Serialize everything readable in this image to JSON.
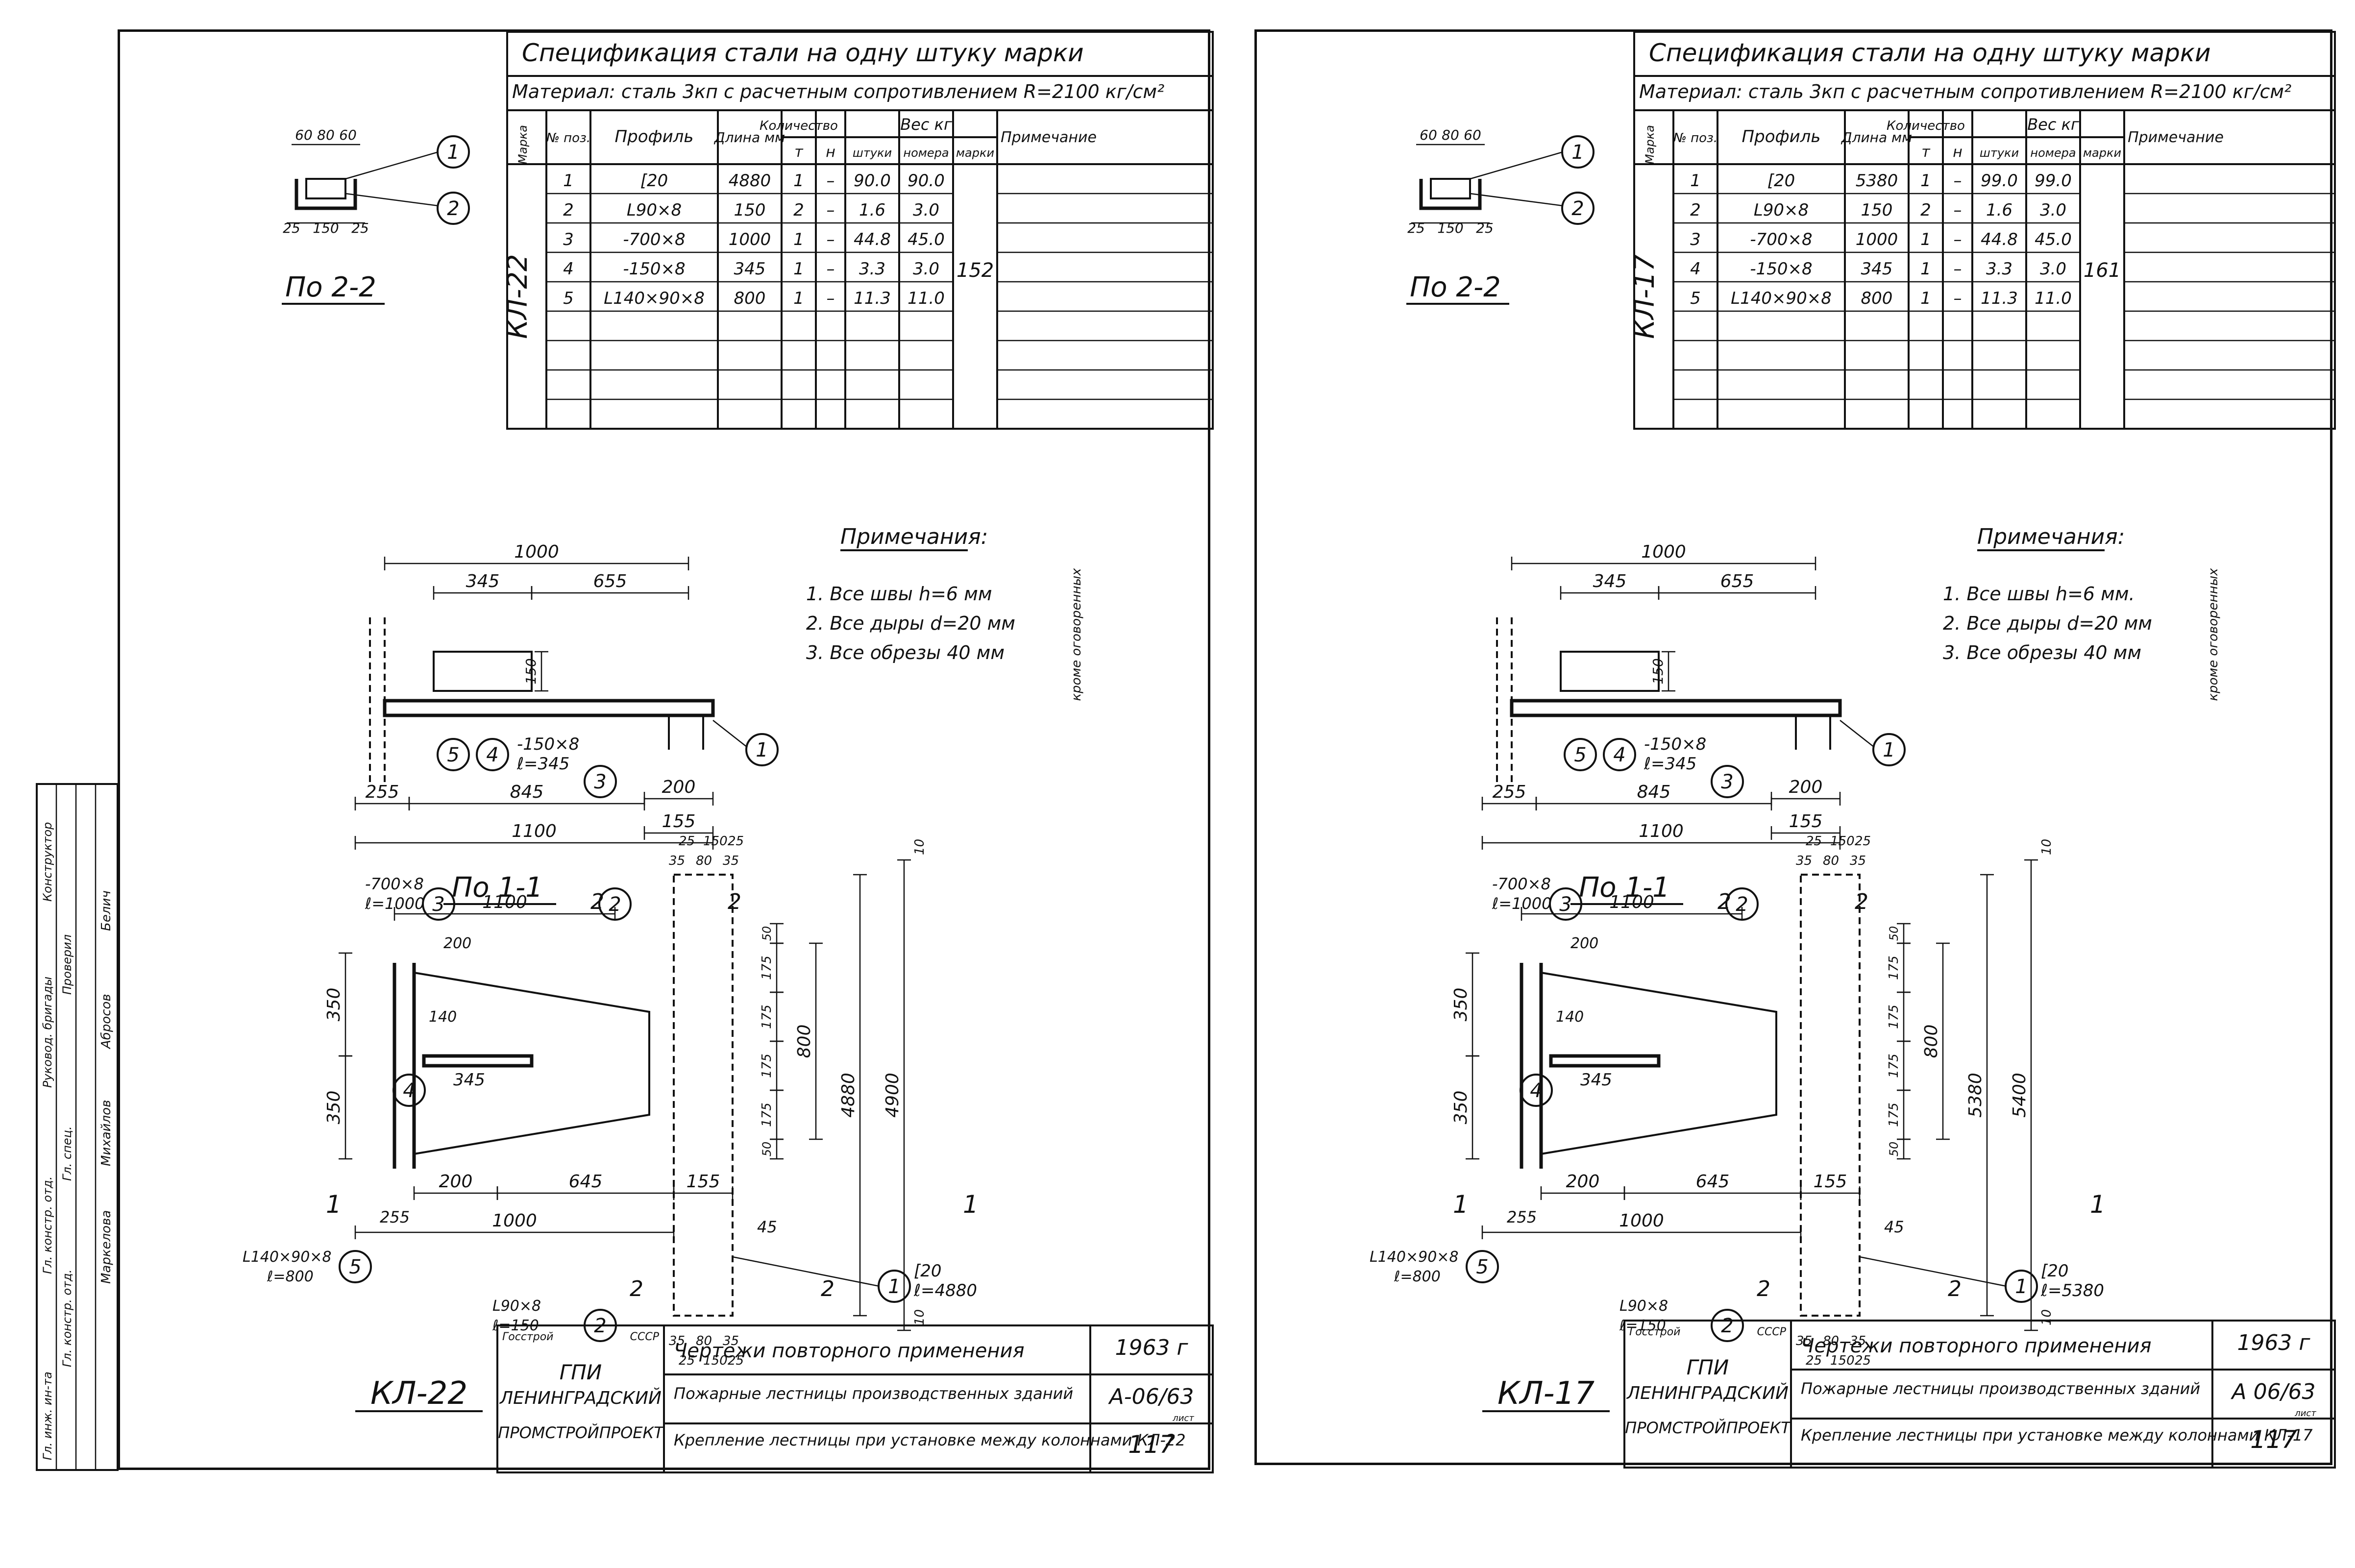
{
  "sheets": [
    {
      "spec": {
        "title": "Спецификация стали на одну штуку марки",
        "material": "Материал: сталь 3кп с расчетным сопротивлением R=2100 кг/см²",
        "headers": {
          "marka": "Марка",
          "poz": "№ поз.",
          "profil": "Профиль",
          "dlina": "Длина мм",
          "kolichestvo": "Количество",
          "t": "т",
          "n": "н",
          "ves": "Вес кг",
          "shtuki": "штуки",
          "nomera": "номера",
          "marki": "марки",
          "primech": "Примечание"
        },
        "mark": "КЛ-22",
        "total": "152",
        "rows": [
          {
            "poz": "1",
            "profil": "[20",
            "dlina": "4880",
            "t": "1",
            "n": "–",
            "shtuki": "90.0",
            "nomera": "90.0"
          },
          {
            "poz": "2",
            "profil": "L90×8",
            "dlina": "150",
            "t": "2",
            "n": "–",
            "shtuki": "1.6",
            "nomera": "3.0"
          },
          {
            "poz": "3",
            "profil": "-700×8",
            "dlina": "1000",
            "t": "1",
            "n": "–",
            "shtuki": "44.8",
            "nomera": "45.0"
          },
          {
            "poz": "4",
            "profil": "-150×8",
            "dlina": "345",
            "t": "1",
            "n": "–",
            "shtuki": "3.3",
            "nomera": "3.0"
          },
          {
            "poz": "5",
            "profil": "L140×90×8",
            "dlina": "800",
            "t": "1",
            "n": "–",
            "shtuki": "11.3",
            "nomera": "11.0"
          }
        ]
      },
      "section22": {
        "label": "По 2-2",
        "dims": [
          "60",
          "80",
          "60",
          "25",
          "150",
          "25"
        ],
        "callouts": [
          "1",
          "2"
        ]
      },
      "section11": {
        "label": "По 1-1",
        "dims": [
          "1000",
          "345",
          "655",
          "150",
          "255",
          "845",
          "200",
          "1100",
          "155"
        ],
        "note_plate": "-150×8",
        "note_len": "ℓ=345",
        "callouts": [
          "5",
          "4",
          "3",
          "1"
        ]
      },
      "notes": {
        "title": "Примечания:",
        "items": [
          "1. Все швы h=6 мм",
          "2. Все дыры d=20 мм",
          "3. Все обрезы 40 мм"
        ],
        "side": "кроме оговоренных"
      },
      "plan": {
        "label": "КЛ-22",
        "plate3": "-700×8",
        "plate3_len": "ℓ=1000",
        "angle5": "L140×90×8",
        "angle5_len": "ℓ=800",
        "angle2": "L90×8",
        "angle2_len": "ℓ=150",
        "channel": "[20",
        "channel_len": "ℓ=4880",
        "top_dims": [
          "25",
          "150",
          "25",
          "35",
          "80",
          "35"
        ],
        "bot_dims": [
          "35",
          "80",
          "35",
          "25",
          "150",
          "25"
        ],
        "dims": [
          "1100",
          "200",
          "140",
          "345",
          "350",
          "350",
          "200",
          "645",
          "155",
          "45",
          "1000",
          "255",
          "175",
          "175",
          "175",
          "175",
          "50",
          "50",
          "800",
          "4880",
          "4900",
          "10",
          "10"
        ],
        "cut": "2",
        "cut1": "1"
      },
      "stamp": {
        "org1": "Госстрой",
        "org2": "СССР",
        "inst1": "ГПИ",
        "inst2": "ЛЕНИНГРАДСКИЙ",
        "inst3": "ПРОМСТРОЙПРОЕКТ",
        "l1": "Чертежи повторного применения",
        "l2": "Пожарные лестницы производственных зданий",
        "l3": "Крепление лестницы при установке между колоннами КЛ-22",
        "year": "1963 г",
        "album": "А-06/63",
        "sheet_lbl": "лист",
        "sheet": "117"
      },
      "side_stamp": [
        "Гл. инж. ин-та",
        "Гл. констр. отд.",
        "Гл. констр. отд.",
        "Гл. спец.",
        "Руковод. бригады",
        "Проверил",
        "Конструктор",
        "Белич",
        "Абросов",
        "Михайлов",
        "Маркелова"
      ]
    },
    {
      "spec": {
        "title": "Спецификация стали на одну штуку марки",
        "material": "Материал: сталь 3кп с расчетным сопротивлением R=2100 кг/см²",
        "headers": {
          "marka": "Марка",
          "poz": "№ поз.",
          "profil": "Профиль",
          "dlina": "Длина мм",
          "kolichestvo": "Количество",
          "t": "т",
          "n": "н",
          "ves": "Вес кг",
          "shtuki": "штуки",
          "nomera": "номера",
          "marki": "марки",
          "primech": "Примечание"
        },
        "mark": "КЛ-17",
        "total": "161",
        "rows": [
          {
            "poz": "1",
            "profil": "[20",
            "dlina": "5380",
            "t": "1",
            "n": "–",
            "shtuki": "99.0",
            "nomera": "99.0"
          },
          {
            "poz": "2",
            "profil": "L90×8",
            "dlina": "150",
            "t": "2",
            "n": "–",
            "shtuki": "1.6",
            "nomera": "3.0"
          },
          {
            "poz": "3",
            "profil": "-700×8",
            "dlina": "1000",
            "t": "1",
            "n": "–",
            "shtuki": "44.8",
            "nomera": "45.0"
          },
          {
            "poz": "4",
            "profil": "-150×8",
            "dlina": "345",
            "t": "1",
            "n": "–",
            "shtuki": "3.3",
            "nomera": "3.0"
          },
          {
            "poz": "5",
            "profil": "L140×90×8",
            "dlina": "800",
            "t": "1",
            "n": "–",
            "shtuki": "11.3",
            "nomera": "11.0"
          }
        ]
      },
      "section22": {
        "label": "По 2-2",
        "dims": [
          "60",
          "80",
          "60",
          "25",
          "150",
          "25"
        ],
        "callouts": [
          "1",
          "2"
        ]
      },
      "section11": {
        "label": "По 1-1",
        "dims": [
          "1000",
          "345",
          "655",
          "150",
          "255",
          "845",
          "200",
          "1100",
          "155"
        ],
        "note_plate": "-150×8",
        "note_len": "ℓ=345",
        "callouts": [
          "5",
          "4",
          "3",
          "1"
        ]
      },
      "notes": {
        "title": "Примечания:",
        "items": [
          "1. Все швы h=6 мм.",
          "2. Все дыры d=20 мм",
          "3. Все обрезы 40 мм"
        ],
        "side": "кроме оговоренных"
      },
      "plan": {
        "label": "КЛ-17",
        "plate3": "-700×8",
        "plate3_len": "ℓ=1000",
        "angle5": "L140×90×8",
        "angle5_len": "ℓ=800",
        "angle2": "L90×8",
        "angle2_len": "ℓ=150",
        "channel": "[20",
        "channel_len": "ℓ=5380",
        "top_dims": [
          "25",
          "150",
          "25",
          "35",
          "80",
          "35"
        ],
        "bot_dims": [
          "35",
          "80",
          "35",
          "25",
          "150",
          "25"
        ],
        "dims": [
          "1100",
          "200",
          "140",
          "345",
          "350",
          "350",
          "200",
          "645",
          "155",
          "45",
          "1000",
          "255",
          "175",
          "175",
          "175",
          "175",
          "50",
          "50",
          "800",
          "5380",
          "5400",
          "10",
          "10"
        ],
        "cut": "2",
        "cut1": "1"
      },
      "stamp": {
        "org1": "Госстрой",
        "org2": "СССР",
        "inst1": "ГПИ",
        "inst2": "ЛЕНИНГРАДСКИЙ",
        "inst3": "ПРОМСТРОЙПРОЕКТ",
        "l1": "Чертежи повторного применения",
        "l2": "Пожарные лестницы производственных зданий",
        "l3": "Крепление лестницы при установке между колоннами КЛ-17",
        "year": "1963 г",
        "album": "А 06/63",
        "sheet_lbl": "лист",
        "sheet": "117"
      }
    }
  ]
}
